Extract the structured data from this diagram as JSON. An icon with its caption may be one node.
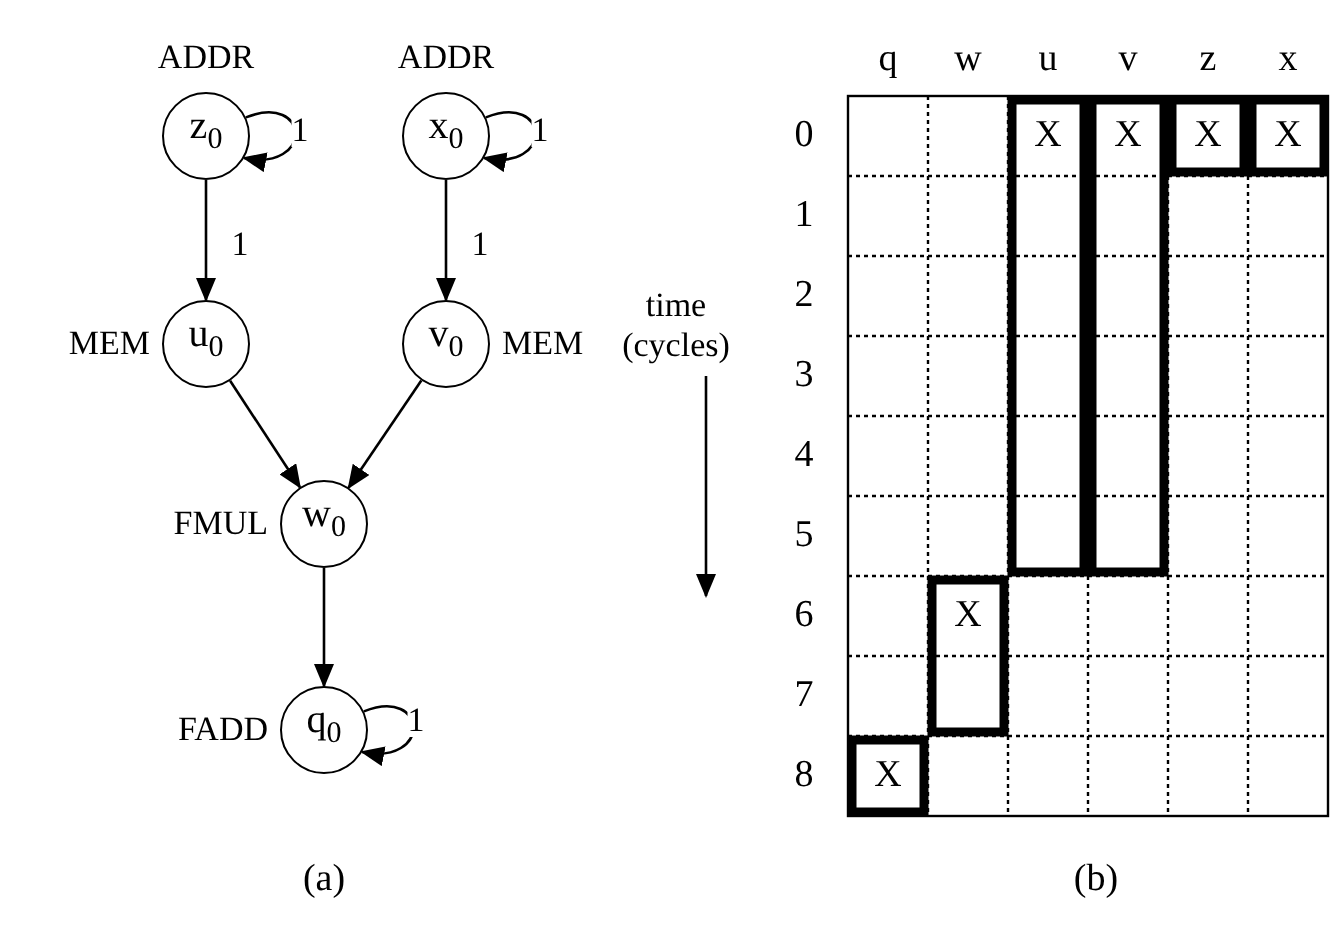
{
  "diagram": {
    "nodes": [
      {
        "text": [
          "z$_{0}$"
        ],
        "beside": [
          "ADDR"
        ]
      },
      {
        "text": [
          "x$_{0}$"
        ],
        "beside": [
          "ADDR"
        ]
      },
      {
        "text": [
          "u$_{0}$"
        ],
        "beside": [
          "MEM"
        ]
      },
      {
        "text": [
          "v$_{0}$"
        ],
        "beside": [
          "MEM"
        ]
      },
      {
        "text": [
          "w$_{0}$"
        ],
        "beside": [
          "FMUL"
        ]
      },
      {
        "text": [
          "q$_{0}$"
        ],
        "beside": [
          "FADD"
        ]
      }
    ],
    "edges": [
      {
        "from": 0,
        "to": 0,
        "arrow": "to",
        "label": "1"
      },
      {
        "from": 0,
        "to": 2,
        "arrow": "to",
        "label": "1"
      },
      {
        "from": 1,
        "to": 1,
        "arrow": "to",
        "label": "1"
      },
      {
        "from": 1,
        "to": 3,
        "arrow": "to",
        "label": "1"
      },
      {
        "from": 2,
        "to": 4,
        "arrow": "to"
      },
      {
        "from": 3,
        "to": 4,
        "arrow": "to"
      },
      {
        "from": 4,
        "to": 5,
        "arrow": "to"
      },
      {
        "from": 5,
        "to": 5,
        "arrow": "to",
        "label": "1"
      }
    ],
    "labels": [
      "q",
      "w",
      "u",
      "v",
      "z",
      "x",
      "0",
      "X",
      "X",
      "X",
      "X",
      "1",
      "2",
      "3",
      "4",
      "5",
      "6",
      "X",
      "7",
      "8",
      "X",
      "time (cycles)",
      "(a)",
      "(b)"
    ]
  }
}
